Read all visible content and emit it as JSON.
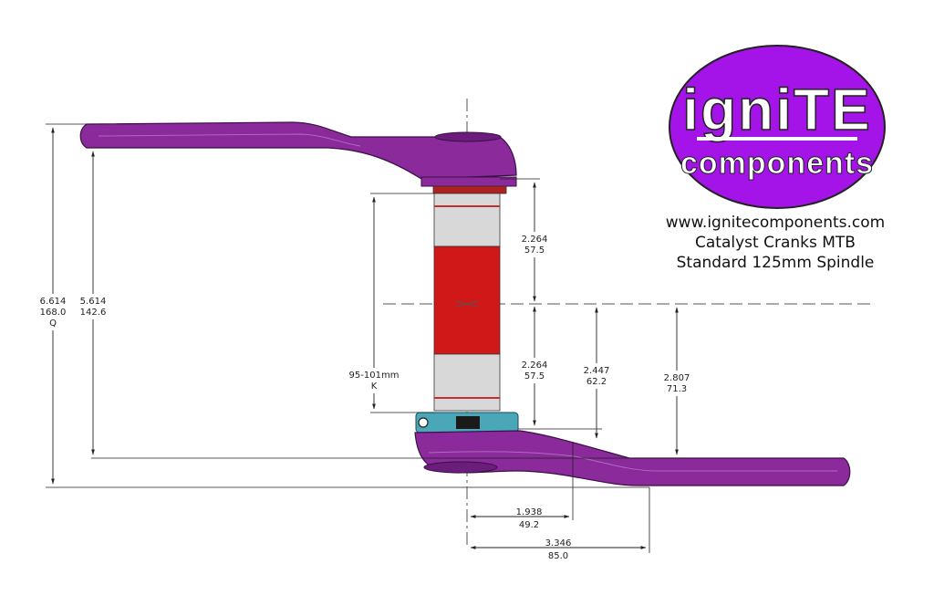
{
  "logo": {
    "line1": "igniTE",
    "line2": "components",
    "oval_color": "#a414e8",
    "text_color": "#ffffff"
  },
  "info": {
    "url": "www.ignitecomponents.com",
    "product": "Catalyst Cranks MTB",
    "spindle": "Standard 125mm Spindle"
  },
  "colors": {
    "crank": "#8a2a9b",
    "spindle_red": "#d01818",
    "spindle_gray": "#d8d8d8",
    "lock_ring": "#4aa7b8"
  },
  "dimensions": {
    "q_in": "6.614",
    "q_mm": "168.0",
    "q_label": "Q",
    "d2_in": "5.614",
    "d2_mm": "142.6",
    "k_label_mm": "95-101mm",
    "k_label": "K",
    "upper_in": "2.264",
    "upper_mm": "57.5",
    "lower_in": "2.264",
    "lower_mm": "57.5",
    "d5_in": "2.447",
    "d5_mm": "62.2",
    "d6_in": "2.807",
    "d6_mm": "71.3",
    "h1_in": "1.938",
    "h1_mm": "49.2",
    "h2_in": "3.346",
    "h2_mm": "85.0"
  }
}
